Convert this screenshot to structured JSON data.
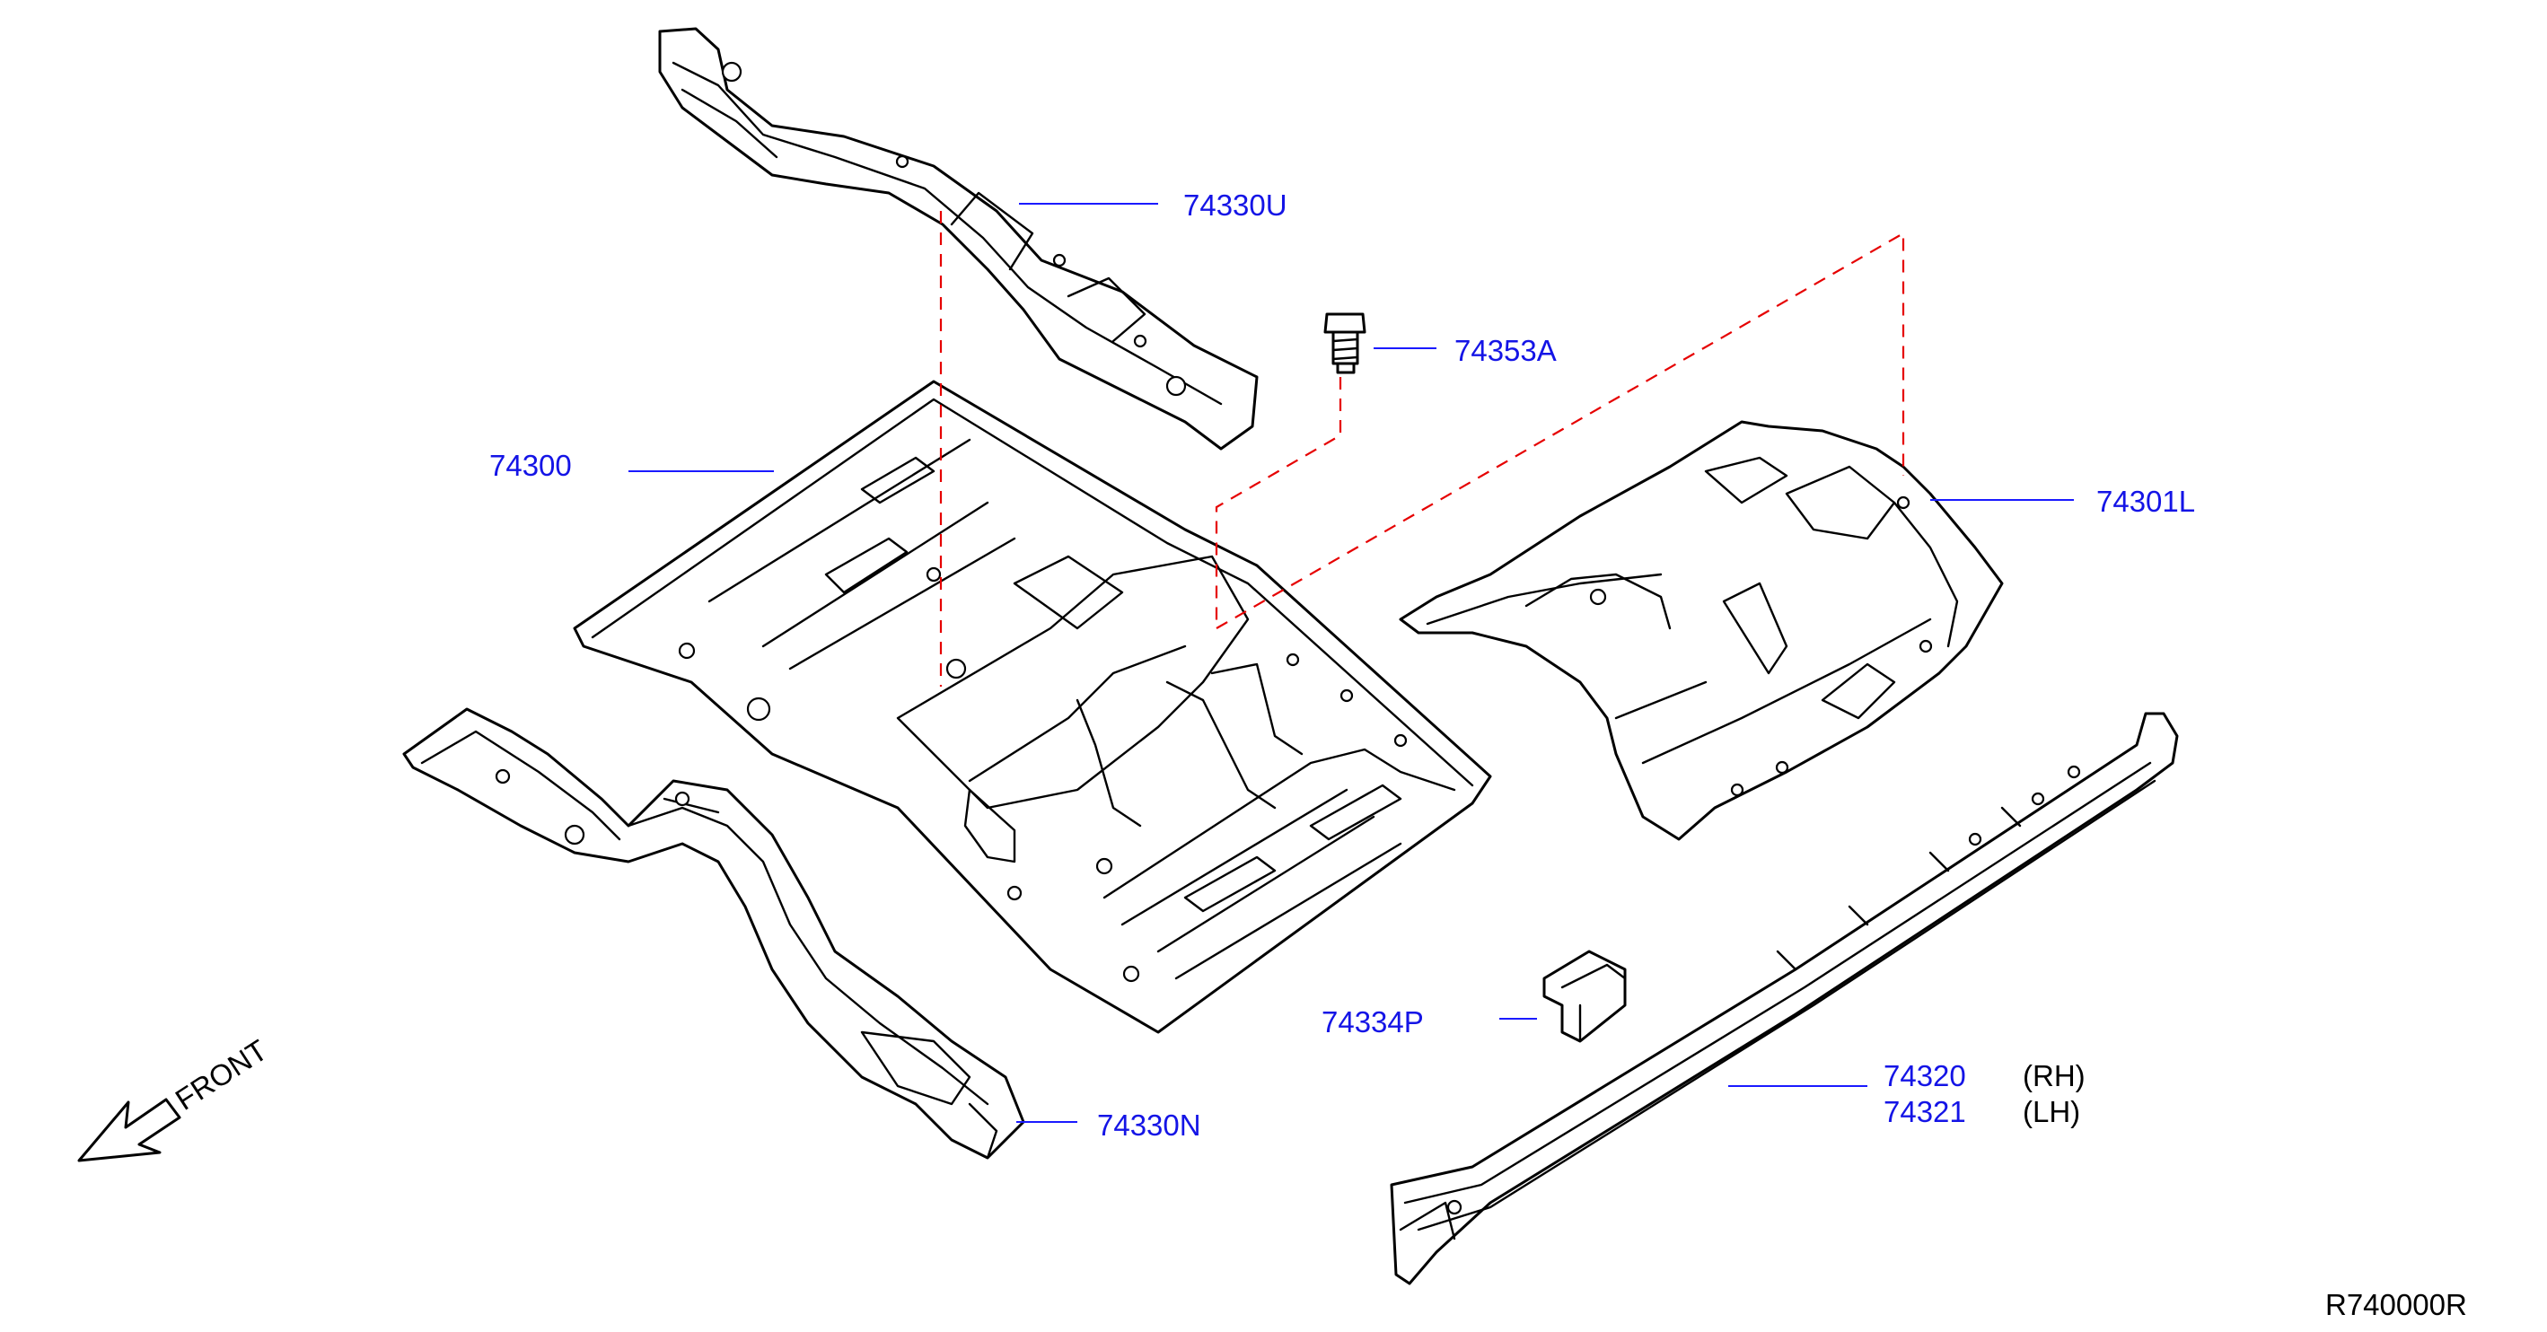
{
  "callouts": {
    "rail_upper": "74330U",
    "bolt": "74353A",
    "floor_front": "74300",
    "floor_rear_l": "74301L",
    "bracket": "74334P",
    "sill_rh": "74320",
    "sill_rh_side": "(RH)",
    "sill_lh": "74321",
    "sill_lh_side": "(LH)",
    "rail_lower": "74330N"
  },
  "direction_label": "FRONT",
  "diagram_ref": "R740000R",
  "colors": {
    "callout_text": "#1414e6",
    "leader_line": "#1a1aff",
    "dashed_guide": "#e60000",
    "line_art": "#000000"
  }
}
